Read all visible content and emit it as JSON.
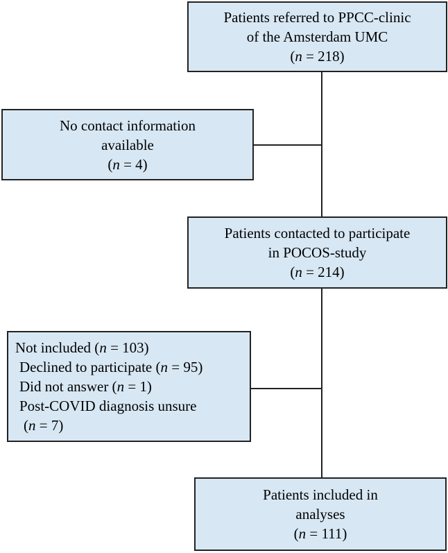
{
  "boxes": {
    "referred": {
      "line1": "Patients referred to PPCC-clinic",
      "line2": "of the Amsterdam UMC",
      "n_prefix": "(",
      "n_var": "n",
      "n_value": " = 218)"
    },
    "no_contact": {
      "line1": "No contact information",
      "line2": "available",
      "n_prefix": "(",
      "n_var": "n",
      "n_value": " = 4)"
    },
    "contacted": {
      "line1": "Patients contacted to participate",
      "line2": "in POCOS-study",
      "n_prefix": "(",
      "n_var": "n",
      "n_value": " = 214)"
    },
    "not_included": {
      "title_text": "Not included (",
      "title_var": "n",
      "title_value": " = 103)",
      "items": [
        {
          "text": "Declined to participate (",
          "var": "n",
          "value": " = 95)"
        },
        {
          "text": "Did not answer (",
          "var": "n",
          "value": " = 1)"
        },
        {
          "text": "Post-COVID diagnosis unsure",
          "var": "",
          "value": ""
        },
        {
          "text": "(",
          "var": "n",
          "value": " = 7)"
        }
      ]
    },
    "included": {
      "line1": "Patients included in",
      "line2": "analyses",
      "n_prefix": "(",
      "n_var": "n",
      "n_value": " = 111)"
    }
  },
  "colors": {
    "box_fill": "#d7e7f4",
    "border": "#222222"
  }
}
